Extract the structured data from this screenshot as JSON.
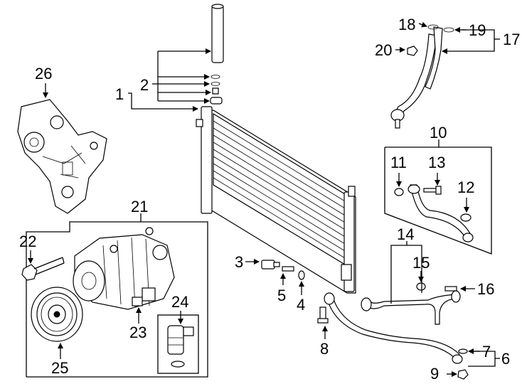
{
  "diagram": {
    "title": "",
    "callouts": {
      "c1": "1",
      "c2": "2",
      "c3": "3",
      "c4": "4",
      "c5": "5",
      "c6": "6",
      "c7": "7",
      "c8": "8",
      "c9": "9",
      "c10": "10",
      "c11": "11",
      "c12": "12",
      "c13": "13",
      "c14": "14",
      "c15": "15",
      "c16": "16",
      "c17": "17",
      "c18": "18",
      "c19": "19",
      "c20": "20",
      "c21": "21",
      "c22": "22",
      "c23": "23",
      "c24": "24",
      "c25": "25",
      "c26": "26"
    }
  }
}
